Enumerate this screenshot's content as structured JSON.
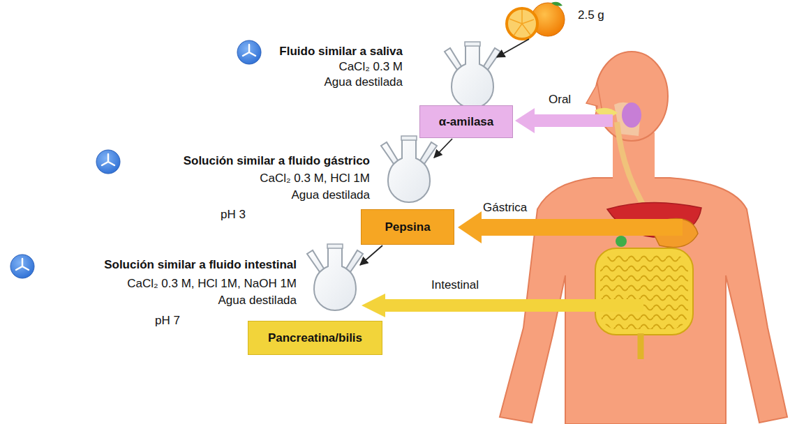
{
  "diagram": {
    "nodes": [
      {
        "text": [
          "α-amilasa"
        ]
      },
      {
        "text": [
          "Pepsina"
        ]
      },
      {
        "text": [
          "Pancreatina/bilis"
        ]
      }
    ],
    "labels": [
      "2.5 g",
      "Fluido similar a saliva",
      "CaCl₂ 0.3 M",
      "Agua destilada",
      "Oral",
      "Solución similar a fluido gástrico",
      "CaCl₂ 0.3 M, HCl 1M",
      "Agua destilada",
      "pH 3",
      "Gástrica",
      "Solución similar a fluido intestinal",
      "CaCl₂ 0.3 M, HCl 1M, NaOH 1M",
      "Agua destilada",
      "pH 7",
      "Intestinal"
    ]
  }
}
